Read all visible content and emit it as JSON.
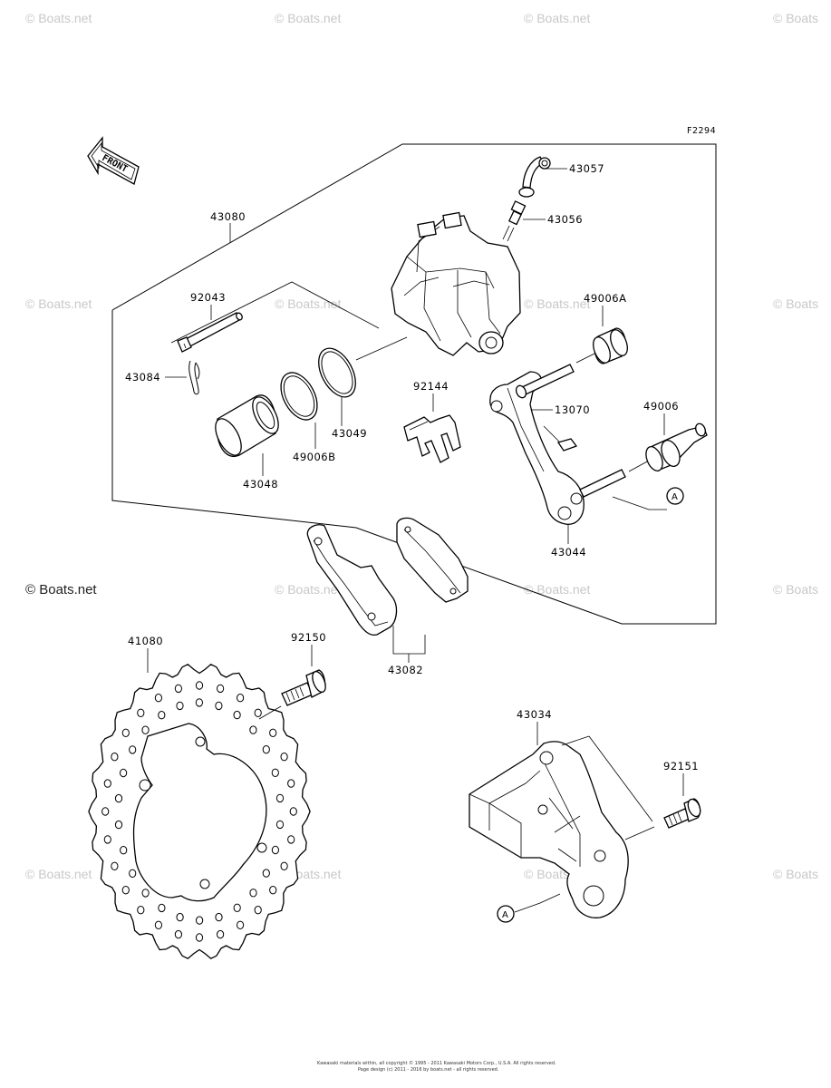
{
  "figure_code": "F2294",
  "front_label": "FRONT",
  "reference_marker": "A",
  "watermark": "© Boats.net",
  "watermark_short": "© Boats",
  "watermark_bold": "© Boats.net",
  "parts": {
    "p43080": "43080",
    "p43057": "43057",
    "p43056": "43056",
    "p92043": "92043",
    "p49006A": "49006A",
    "p43084": "43084",
    "p92144": "92144",
    "p13070": "13070",
    "p49006": "49006",
    "p43049": "43049",
    "p49006B": "49006B",
    "p43048": "43048",
    "p43044": "43044",
    "p41080": "41080",
    "p92150": "92150",
    "p43082": "43082",
    "p43034": "43034",
    "p92151": "92151"
  },
  "footer": {
    "line1": "Kawasaki materials within, all copyright © 1995 - 2011 Kawasaki Motors Corp., U.S.A. All rights reserved.",
    "line2": "Page design (c) 2011 - 2016 by boats.net - all rights reserved."
  }
}
